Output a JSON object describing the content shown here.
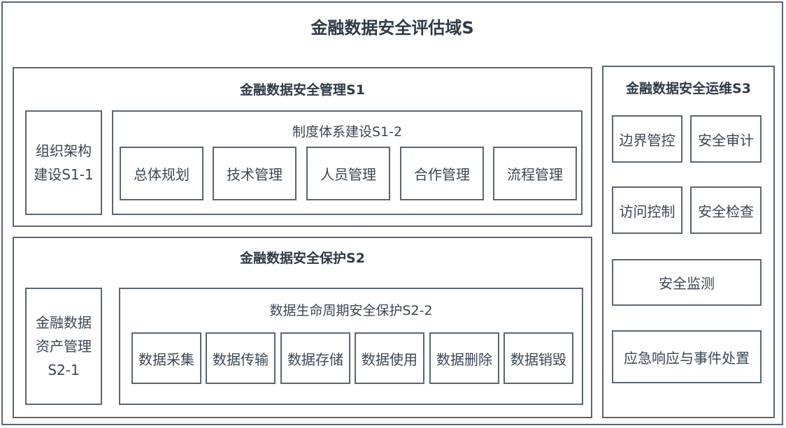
{
  "outer": {
    "title": "金融数据安全评估域S"
  },
  "s1": {
    "title": "金融数据安全管理S1",
    "org": {
      "line1": "组织架构",
      "line2": "建设S1-1"
    },
    "system": {
      "title": "制度体系建设S1-2",
      "items": [
        "总体规划",
        "技术管理",
        "人员管理",
        "合作管理",
        "流程管理"
      ]
    }
  },
  "s2": {
    "title": "金融数据安全保护S2",
    "asset": {
      "line1": "金融数据",
      "line2": "资产管理",
      "line3": "S2-1"
    },
    "lifecycle": {
      "title": "数据生命周期安全保护S2-2",
      "items": [
        "数据采集",
        "数据传输",
        "数据存储",
        "数据使用",
        "数据删除",
        "数据销毁"
      ]
    }
  },
  "s3": {
    "title": "金融数据安全运维S3",
    "items": [
      "边界管控",
      "安全审计",
      "访问控制",
      "安全检查",
      "安全监测",
      "应急响应与事件处置"
    ]
  },
  "colors": {
    "border": "#5a6675",
    "text": "#3b4654",
    "title_text": "#2f3a47",
    "background": "#ffffff"
  }
}
